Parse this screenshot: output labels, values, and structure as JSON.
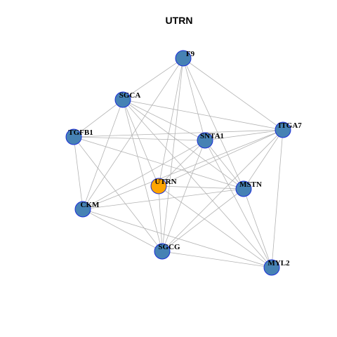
{
  "title": "UTRN",
  "colors": {
    "node_fill": "#4682B4",
    "node_stroke": "#1C2FD8",
    "hub_fill": "#FFA500",
    "edge": "#B3B3B3"
  },
  "nodes": [
    {
      "id": "F9",
      "label": "F9",
      "hub": false
    },
    {
      "id": "SGCA",
      "label": "SGCA",
      "hub": false
    },
    {
      "id": "TGFB1",
      "label": "TGFB1",
      "hub": false
    },
    {
      "id": "SNTA1",
      "label": "SNTA1",
      "hub": false
    },
    {
      "id": "ITGA7",
      "label": "ITGA7",
      "hub": false
    },
    {
      "id": "UTRN",
      "label": "UTRN",
      "hub": true
    },
    {
      "id": "MSTN",
      "label": "MSTN",
      "hub": false
    },
    {
      "id": "CKM",
      "label": "CKM",
      "hub": false
    },
    {
      "id": "SGCG",
      "label": "SGCG",
      "hub": false
    },
    {
      "id": "MYL2",
      "label": "MYL2",
      "hub": false
    }
  ],
  "edges": [
    [
      "F9",
      "SGCA"
    ],
    [
      "F9",
      "ITGA7"
    ],
    [
      "F9",
      "SNTA1"
    ],
    [
      "F9",
      "CKM"
    ],
    [
      "F9",
      "UTRN"
    ],
    [
      "F9",
      "SGCG"
    ],
    [
      "F9",
      "MSTN"
    ],
    [
      "SGCA",
      "TGFB1"
    ],
    [
      "SGCA",
      "SNTA1"
    ],
    [
      "SGCA",
      "ITGA7"
    ],
    [
      "SGCA",
      "MSTN"
    ],
    [
      "SGCA",
      "CKM"
    ],
    [
      "SGCA",
      "SGCG"
    ],
    [
      "SGCA",
      "MYL2"
    ],
    [
      "SGCA",
      "UTRN"
    ],
    [
      "TGFB1",
      "SNTA1"
    ],
    [
      "TGFB1",
      "ITGA7"
    ],
    [
      "TGFB1",
      "CKM"
    ],
    [
      "TGFB1",
      "MSTN"
    ],
    [
      "TGFB1",
      "SGCG"
    ],
    [
      "SNTA1",
      "ITGA7"
    ],
    [
      "SNTA1",
      "MSTN"
    ],
    [
      "SNTA1",
      "CKM"
    ],
    [
      "SNTA1",
      "SGCG"
    ],
    [
      "SNTA1",
      "MYL2"
    ],
    [
      "SNTA1",
      "UTRN"
    ],
    [
      "ITGA7",
      "MSTN"
    ],
    [
      "ITGA7",
      "UTRN"
    ],
    [
      "ITGA7",
      "SGCG"
    ],
    [
      "ITGA7",
      "MYL2"
    ],
    [
      "ITGA7",
      "CKM"
    ],
    [
      "UTRN",
      "MSTN"
    ],
    [
      "UTRN",
      "SGCG"
    ],
    [
      "UTRN",
      "MYL2"
    ],
    [
      "MSTN",
      "CKM"
    ],
    [
      "MSTN",
      "SGCG"
    ],
    [
      "MSTN",
      "MYL2"
    ],
    [
      "CKM",
      "SGCG"
    ],
    [
      "CKM",
      "MYL2"
    ],
    [
      "SGCG",
      "MYL2"
    ]
  ]
}
